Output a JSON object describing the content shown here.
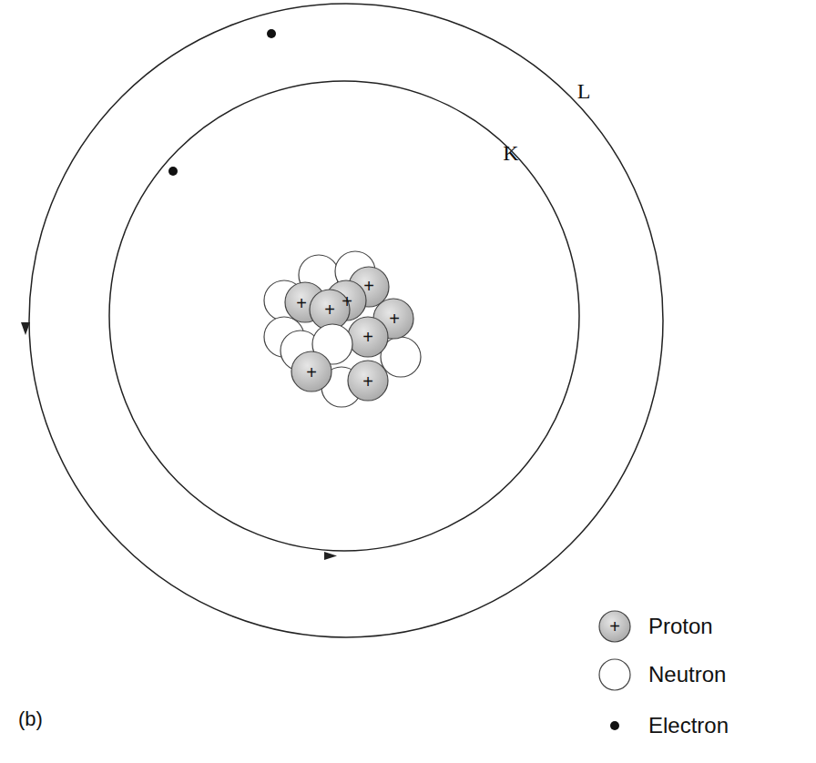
{
  "diagram": {
    "labels": [
      "L",
      "K",
      "+",
      "+",
      "+",
      "+",
      "+",
      "+",
      "+",
      "+",
      "+",
      "(b)"
    ],
    "legend": [
      {
        "text": "Proton"
      },
      {
        "text": "Neutron"
      },
      {
        "text": "Electron"
      }
    ]
  }
}
